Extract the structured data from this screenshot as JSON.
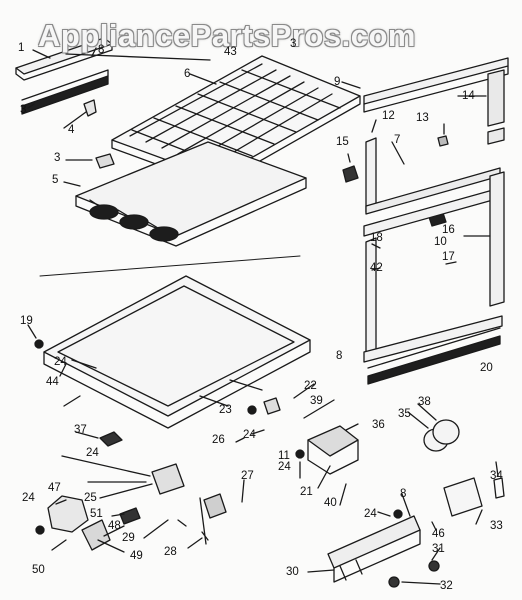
{
  "watermark": "AppliancePartsPros.com",
  "part_numbers": [
    "1",
    "8",
    "3",
    "43",
    "3",
    "6",
    "9",
    "14",
    "12",
    "13",
    "4",
    "3",
    "5",
    "7",
    "15",
    "10",
    "16",
    "18",
    "17",
    "42",
    "19",
    "24",
    "8",
    "20",
    "44",
    "22",
    "39",
    "38",
    "35",
    "36",
    "37",
    "23",
    "24",
    "11",
    "24",
    "26",
    "24",
    "21",
    "40",
    "8",
    "47",
    "25",
    "27",
    "24",
    "34",
    "24",
    "51",
    "48",
    "29",
    "28",
    "46",
    "33",
    "50",
    "49",
    "30",
    "31",
    "32"
  ]
}
